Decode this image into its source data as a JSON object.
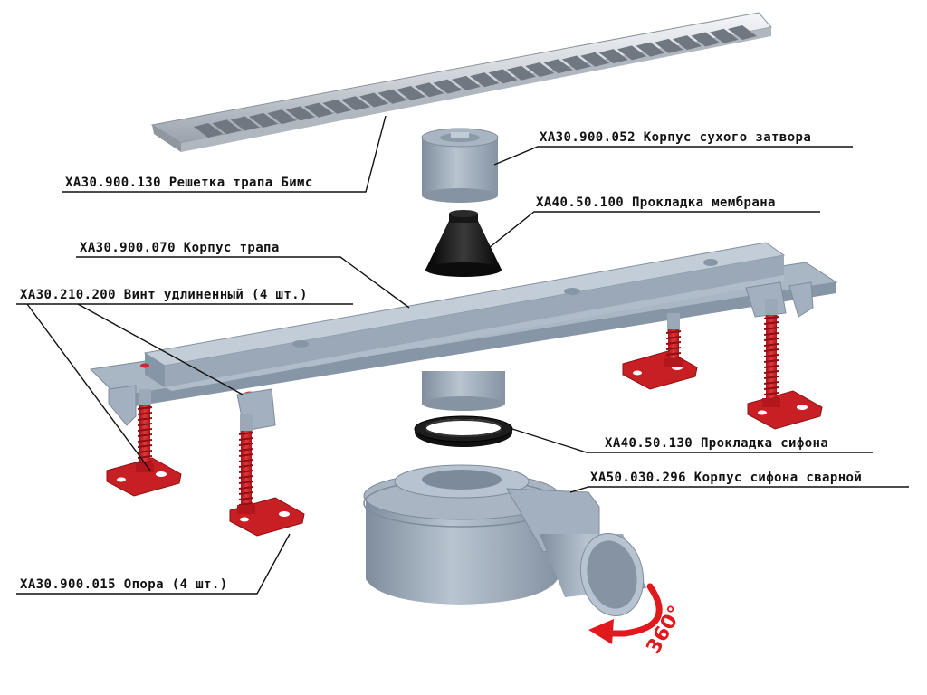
{
  "labels": {
    "grate": "ХА30.900.130 Решетка трапа Бимс",
    "dry_lock": "ХА30.900.052 Корпус сухого затвора",
    "membrane": "ХА40.50.100 Прокладка мембрана",
    "body": "ХА30.900.070 Корпус трапа",
    "screw": "ХА30.210.200 Винт удлиненный (4 шт.)",
    "siphon_gasket": "ХА40.50.130 Прокладка сифона",
    "siphon_body": "ХА50.030.296 Корпус сифона сварной",
    "support": "ХА30.900.015 Опора (4 шт.)"
  },
  "rotation_badge": "360°",
  "colors": {
    "grate_steel": "#d9dde2",
    "plastic_grey": "#9aa8b8",
    "support_red": "#d6252b",
    "gasket_black": "#111111",
    "badge_red": "#e2191c"
  }
}
